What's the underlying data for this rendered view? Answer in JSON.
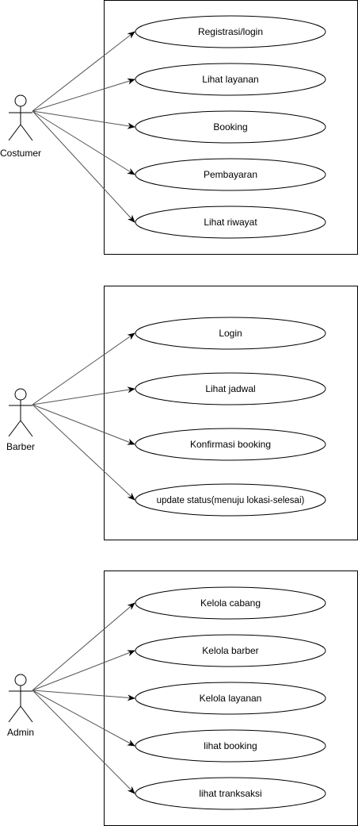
{
  "diagrams": [
    {
      "actor": "Costumer",
      "use_cases": [
        "Registrasi/login",
        "Lihat layanan",
        "Booking",
        "Pembayaran",
        "Lihat riwayat"
      ]
    },
    {
      "actor": "Barber",
      "use_cases": [
        "Login",
        "Lihat jadwal",
        "Konfirmasi booking",
        "update status(menuju lokasi-selesai)"
      ]
    },
    {
      "actor": "Admin",
      "use_cases": [
        "Kelola cabang",
        "Kelola barber",
        "Kelola layanan",
        "lihat booking",
        "lihat tranksaksi"
      ]
    }
  ],
  "colors": {
    "line": "#555555",
    "stroke": "#000000",
    "background": "#ffffff"
  }
}
